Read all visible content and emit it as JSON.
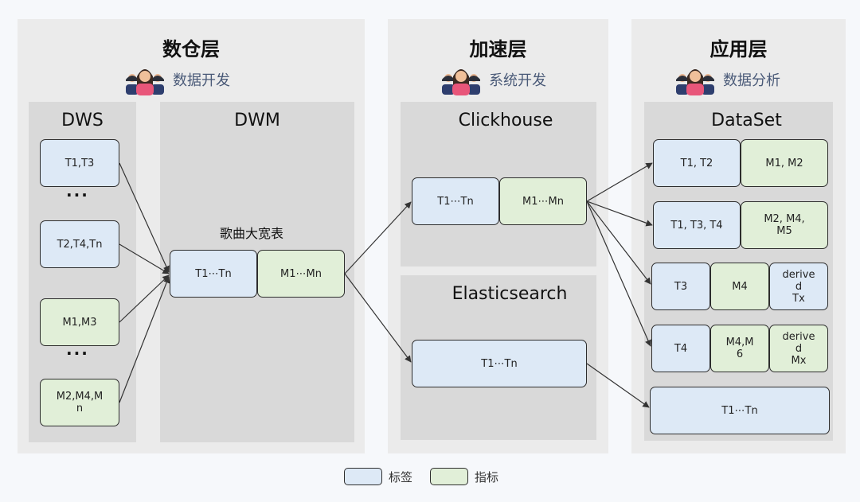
{
  "layers": {
    "warehouse": {
      "title": "数仓层",
      "role": "数据开发"
    },
    "acceleration": {
      "title": "加速层",
      "role": "系统开发"
    },
    "application": {
      "title": "应用层",
      "role": "数据分析"
    }
  },
  "dws": {
    "title": "DWS",
    "boxes": [
      "T1,T3",
      "T2,T4,Tn",
      "M1,M3",
      "M2,M4,M\nn"
    ],
    "dots": [
      "···",
      "···"
    ]
  },
  "dwm": {
    "title": "DWM",
    "table_label": "歌曲大宽表",
    "tags": "T1⋯Tn",
    "metrics": "M1⋯Mn"
  },
  "clickhouse": {
    "title": "Clickhouse",
    "tags": "T1⋯Tn",
    "metrics": "M1⋯Mn"
  },
  "elasticsearch": {
    "title": "Elasticsearch",
    "tags": "T1⋯Tn"
  },
  "dataset": {
    "title": "DataSet",
    "rows": [
      {
        "tags": "T1, T2",
        "metrics": "M1, M2"
      },
      {
        "tags": "T1, T3, T4",
        "metrics": "M2, M4,\nM5"
      },
      {
        "tags": "T3",
        "metrics": "M4",
        "derived": "derive\nd\nTx"
      },
      {
        "tags": "T4",
        "metrics": "M4,M\n6",
        "derived": "derive\nd\nMx"
      },
      {
        "tags": "T1⋯Tn"
      }
    ]
  },
  "legend": {
    "tag_label": "标签",
    "metric_label": "指标"
  },
  "colors": {
    "tag_fill": "#dde9f6",
    "metric_fill": "#e1efd8",
    "panel": "#ebebeb",
    "subpanel": "#d9d9d9"
  },
  "icons": [
    "people-icon"
  ]
}
